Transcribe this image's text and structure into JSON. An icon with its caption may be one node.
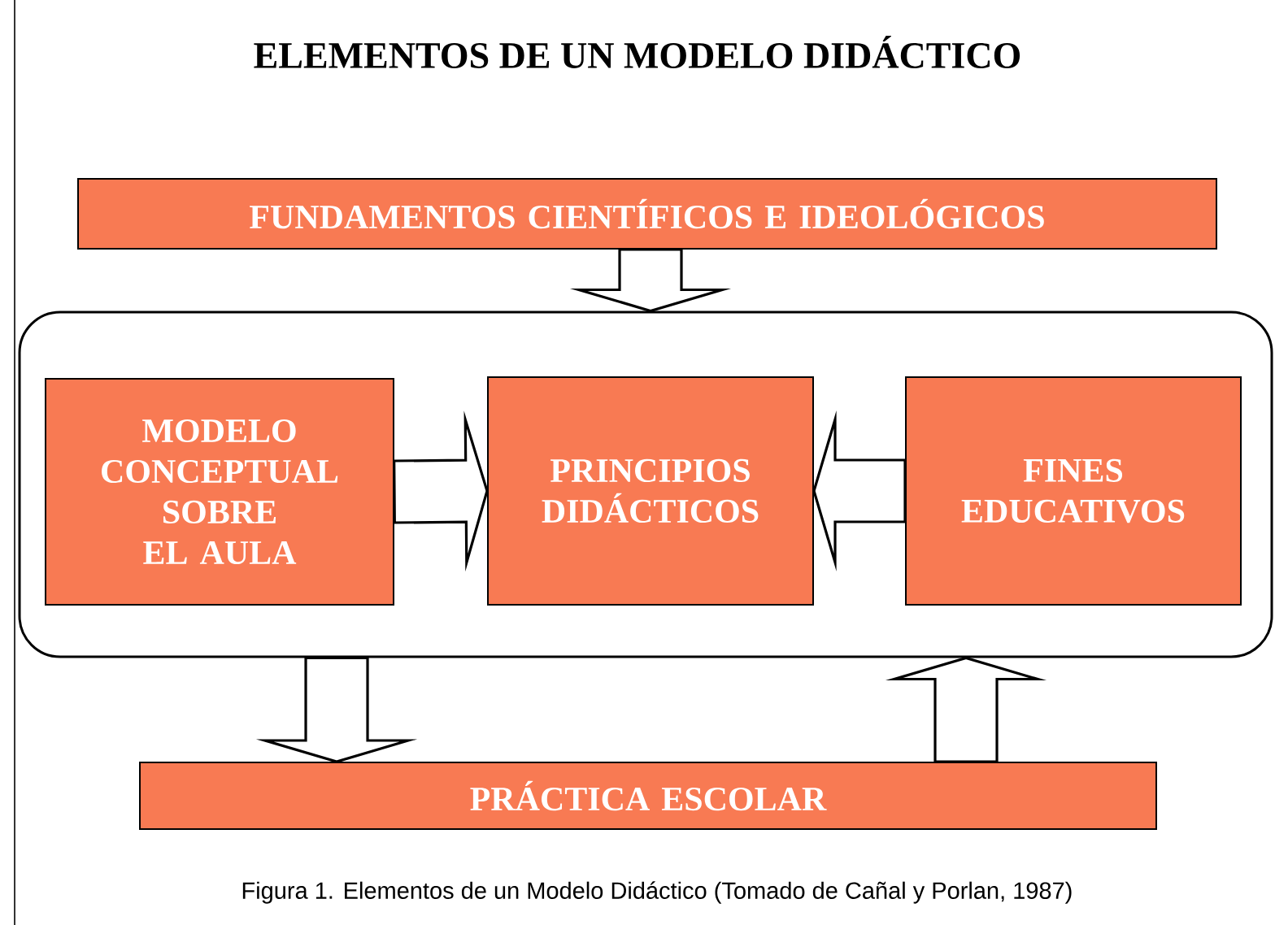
{
  "diagram": {
    "title": "ELEMENTOS DE UN MODELO DIDÁCTICO",
    "caption": "Figura 1. Elementos de un Modelo Didáctico (Tomado de Cañal y Porlan, 1987)",
    "nodes": [
      {
        "text": [
          "FUNDAMENTOS CIENTÍFICOS E IDEOLÓGICOS"
        ]
      },
      {
        "text": [],
        "shape": "box"
      },
      {
        "text": [
          "MODELO CONCEPTUAL SOBRE EL AULA"
        ],
        "in": 1
      },
      {
        "text": [
          "PRINCIPIOS DIDÁCTICOS"
        ],
        "in": 1
      },
      {
        "text": [
          "FINES EDUCATIVOS"
        ],
        "in": 1
      },
      {
        "text": [
          "PRÁCTICA ESCOLAR"
        ]
      }
    ],
    "edges": [
      {
        "from": 0,
        "to": 1,
        "arrow": "to"
      },
      {
        "from": 2,
        "to": 3,
        "arrow": "to"
      },
      {
        "from": 4,
        "to": 3,
        "arrow": "to"
      },
      {
        "from": 1,
        "to": 5,
        "arrow": "to"
      },
      {
        "from": 5,
        "to": 1,
        "arrow": "to"
      }
    ]
  }
}
